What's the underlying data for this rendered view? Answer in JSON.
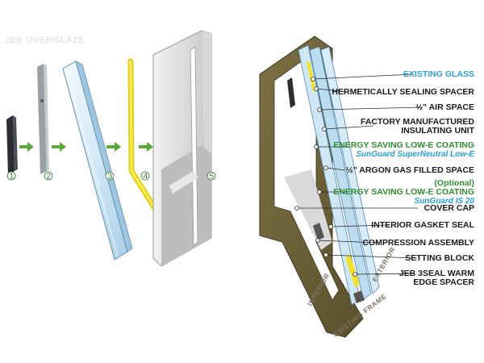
{
  "watermark": "JEB OVERGLAZE",
  "steps": [
    "1",
    "2",
    "3",
    "4",
    "5"
  ],
  "frame_labels": {
    "interior": "INTERIOR",
    "exterior": "EXTERIOR",
    "existing_frame": "EXISTING FRAME"
  },
  "callouts": [
    {
      "text": "EXISTING GLASS",
      "color": "blue"
    },
    {
      "text": "HERMETICALLY SEALING SPACER",
      "color": "dark"
    },
    {
      "text": "½\" AIR SPACE",
      "color": "dark"
    },
    {
      "text": "FACTORY MANUFACTURED",
      "text2": "INSULATING UNIT",
      "color": "dark"
    },
    {
      "text": "ENERGY SAVING LOW-E COATING",
      "sub": "SunGuard SuperNeutral Low-E",
      "color": "green"
    },
    {
      "text": "½\" ARGON GAS FILLED SPACE",
      "color": "dark"
    },
    {
      "text": "(Optional)",
      "text2": "ENERGY SAVING LOW-E COATING",
      "sub": "SunGuard IS 20",
      "color": "green"
    },
    {
      "text": "COVER CAP",
      "color": "dark"
    },
    {
      "text": "INTERIOR GASKET SEAL",
      "color": "dark"
    },
    {
      "text": "COMPRESSION ASSEMBLY",
      "color": "dark"
    },
    {
      "text": "SETTING BLOCK",
      "color": "dark"
    },
    {
      "text": "JEB 3SEAL WARM",
      "text2": "EDGE SPACER",
      "color": "dark"
    }
  ],
  "colors": {
    "arrow": "#5aa83a",
    "frame": "#6b6035",
    "glass": "#cfe6f5",
    "spacer": "#f2e12c",
    "label_blue": "#2a9fd6",
    "label_green": "#2f8f2f"
  }
}
